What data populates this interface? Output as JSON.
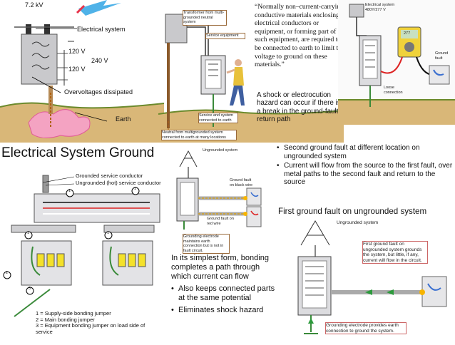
{
  "panel1": {
    "voltage_label": "7.2 kV",
    "electrical_system": "Electrical system",
    "v120_top": "120 V",
    "v240": "240 V",
    "v120_bottom": "120 V",
    "overvoltages": "Overvoltages dissipated",
    "earth": "Earth"
  },
  "panel2": {
    "transformer": "Transformer from multi-grounded neutral system",
    "service_equipment": "Service equipment",
    "service_connected": "Service and system connected to earth",
    "neutral": "Neutral from multigrounded system connected to earth at many locations",
    "quote": "“Normally non–current-carrying conductive materials enclosing electrical conductors or equipment, or forming part of such equipment, are required to be connected to earth to limit the voltage to ground on these materials.”",
    "shock": "A shock or electrocution hazard can occur if there is a break in the ground-fault return path"
  },
  "panel3": {
    "electrical_system": "Electrical system 480Y/277 V",
    "meter_value": "277",
    "ground_fault": "Ground fault",
    "loose": "Loose connection"
  },
  "title": "Electrical System Ground",
  "panel4": {
    "grounded_service": "Grounded service conductor",
    "ungrounded_service": "Ungrounded (hot) service conductor",
    "marker1": "1",
    "marker2": "2",
    "marker3": "3",
    "legend": [
      "1 = Supply-side bonding jumper",
      "2 = Main bonding jumper",
      "3 = Equipment bonding jumper on load side of service"
    ]
  },
  "panel5": {
    "ungrounded": "Ungrounded system",
    "gf_black": "Ground fault on black wire",
    "gf_red": "Ground fault on red wire",
    "electrode": "Grounding electrode maintains earth connection but is not in fault circuit."
  },
  "text_mid": {
    "simplest": "In its simplest form, bonding completes a path through which current can flow",
    "bullets": [
      "Also keeps connected parts at the same potential",
      "Eliminates shock hazard"
    ]
  },
  "text_right": {
    "bullets": [
      "Second ground fault at different location on ungrounded system",
      "Current will flow from the source to the first fault, over metal paths to the second fault and return to the source"
    ]
  },
  "panel6": {
    "title": "First ground fault on ungrounded system",
    "ungrounded": "Ungrounded system",
    "callout": "First ground fault on ungrounded system grounds the system, but little, if any, current will flow in the circuit.",
    "electrode": "Grounding electrode provides earth connection to ground the system."
  }
}
